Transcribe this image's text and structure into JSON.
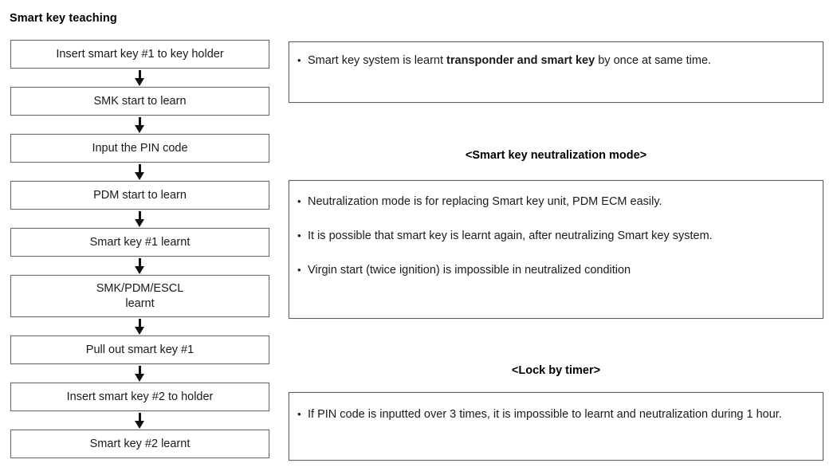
{
  "page": {
    "title": "Smart key teaching"
  },
  "flow": {
    "arrow_icon": "down-arrow-icon",
    "steps": [
      {
        "label": "Insert smart key #1 to key holder",
        "lines": 1
      },
      {
        "label": "SMK start to learn",
        "lines": 1
      },
      {
        "label": "Input the PIN code",
        "lines": 1
      },
      {
        "label": "PDM start to learn",
        "lines": 1
      },
      {
        "label": "Smart key #1 learnt",
        "lines": 1
      },
      {
        "label": "SMK/PDM/ESCL\nlearnt",
        "lines": 2
      },
      {
        "label": "Pull out smart key #1",
        "lines": 1
      },
      {
        "label": "Insert smart key #2 to holder",
        "lines": 1
      },
      {
        "label": "Smart key #2 learnt",
        "lines": 1
      }
    ]
  },
  "notes": {
    "box1": {
      "bullet1_part1": "Smart key system is learnt ",
      "bullet1_bold": "transponder and smart key",
      "bullet1_part2": " by once at same  time."
    },
    "neutralization": {
      "heading": "<Smart key neutralization mode>",
      "bullets": [
        "Neutralization mode is for replacing Smart key unit, PDM ECM easily.",
        "It is possible that smart key is learnt again, after neutralizing Smart key system.",
        "Virgin start (twice ignition) is impossible in neutralized condition"
      ]
    },
    "lock_by_timer": {
      "heading": "<Lock by timer>",
      "bullets": [
        "If PIN code is inputted over 3 times, it is impossible to learnt and neutralization during 1 hour."
      ]
    }
  },
  "colors": {
    "box_border": "#6b6b6b",
    "text": "#1a1a1a",
    "arrow": "#111111",
    "background": "#ffffff"
  }
}
